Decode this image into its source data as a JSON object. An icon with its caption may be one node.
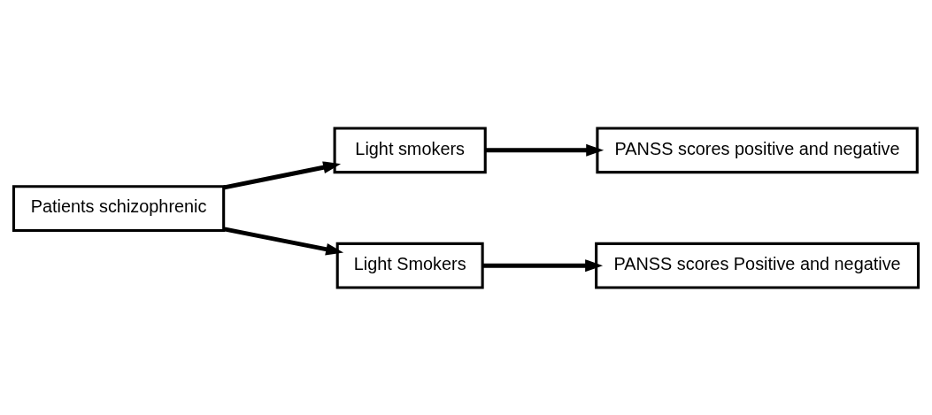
{
  "diagram": {
    "nodes": [
      {
        "text": [
          "Patients schizophrenic"
        ]
      },
      {
        "text": [
          "Light smokers"
        ]
      },
      {
        "text": [
          "PANSS scores positive and negative"
        ]
      },
      {
        "text": [
          "Light Smokers"
        ]
      },
      {
        "text": [
          "PANSS scores Positive and negative"
        ]
      }
    ],
    "edges": [
      {
        "from": 0,
        "to": 1,
        "arrow": "to"
      },
      {
        "from": 1,
        "to": 2,
        "arrow": "to"
      },
      {
        "from": 0,
        "to": 3,
        "arrow": "to"
      },
      {
        "from": 3,
        "to": 4,
        "arrow": "to"
      }
    ]
  }
}
